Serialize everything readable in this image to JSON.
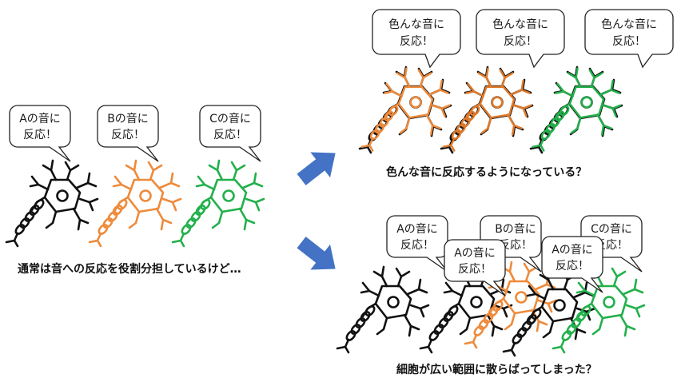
{
  "colors": {
    "neuron_black": "#111111",
    "neuron_orange": "#ee8a3a",
    "neuron_green": "#22b04b",
    "arrow_blue": "#4472c4",
    "bubble_stroke": "#222222"
  },
  "left_panel": {
    "bubbles": [
      {
        "line1": "Aの音に",
        "line2": "反応！"
      },
      {
        "line1": "Bの音に",
        "line2": "反応！"
      },
      {
        "line1": "Cの音に",
        "line2": "反応！"
      }
    ],
    "caption": "通常は音への反応を役割分担しているけど…"
  },
  "top_right": {
    "bubbles": [
      {
        "line1": "色んな音に",
        "line2": "反応！"
      },
      {
        "line1": "色んな音に",
        "line2": "反応！"
      },
      {
        "line1": "色んな音に",
        "line2": "反応！"
      }
    ],
    "caption": "色んな音に反応するようになっている？"
  },
  "bottom_right": {
    "bubbles": [
      {
        "line1": "Aの音に",
        "line2": "反応！"
      },
      {
        "line1": "Bの音に",
        "line2": "反応！"
      },
      {
        "line1": "Cの音に",
        "line2": "反応！"
      },
      {
        "line1": "Aの音に",
        "line2": "反応！"
      },
      {
        "line1": "Aの音に",
        "line2": "反応！"
      }
    ],
    "caption": "細胞が広い範囲に散らばってしまった？"
  }
}
